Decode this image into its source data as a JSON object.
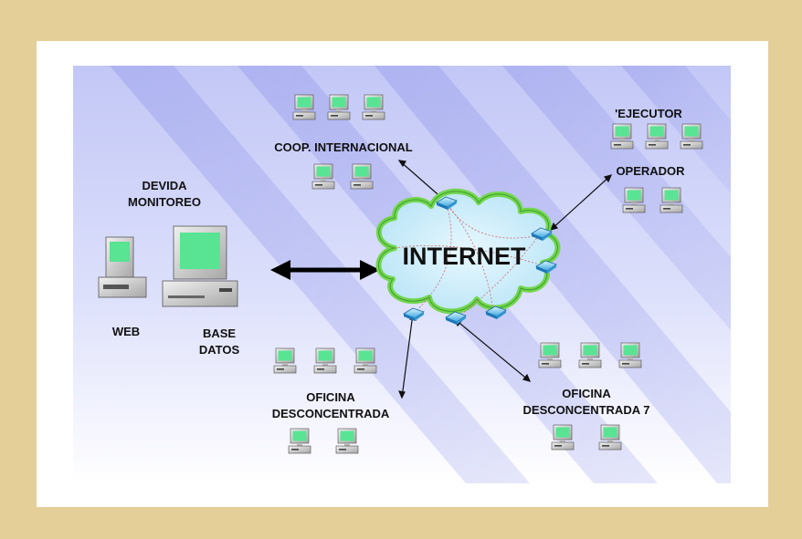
{
  "diagram": {
    "center_label": "INTERNET",
    "nodes": {
      "devida": {
        "title_lines": [
          "DEVIDA",
          "MONITOREO"
        ],
        "web_label": "WEB",
        "db_label_lines": [
          "BASE",
          "DATOS"
        ]
      },
      "coop": {
        "label": "COOP. INTERNACIONAL"
      },
      "ejecutor": {
        "label_top": "'EJECUTOR",
        "label_bottom": "OPERADOR"
      },
      "oficina1": {
        "label_lines": [
          "OFICINA",
          "DESCONCENTRADA"
        ]
      },
      "oficina7": {
        "label_lines": [
          "OFICINA",
          "DESCONCENTRADA 7"
        ]
      }
    }
  },
  "colors": {
    "frame": "#e5cf98",
    "background_top": "#ccd0f8",
    "stripe": "#8e93e8",
    "cloud_fill": "#cdeefa",
    "cloud_glow": "#7fe05e",
    "screen": "#5fe89a",
    "text": "#101010"
  }
}
